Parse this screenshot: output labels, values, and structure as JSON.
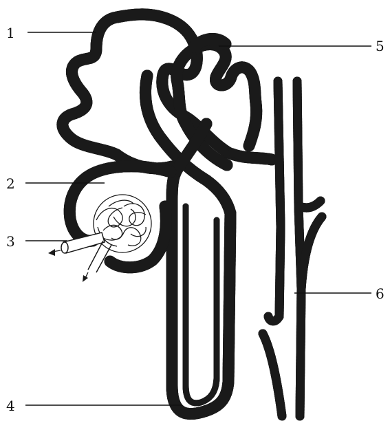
{
  "labels": {
    "l1": "1",
    "l2": "2",
    "l3": "3",
    "l4": "4",
    "l5": "5",
    "l6": "6"
  },
  "icons": {
    "glomerulus": "glomerulus-capillary-tuft",
    "bowman": "bowmans-capsule",
    "tubule": "renal-tubule",
    "loop": "loop-of-henle",
    "duct": "collecting-duct"
  },
  "colors": {
    "ink": "#1a1a1a",
    "background": "#ffffff"
  }
}
